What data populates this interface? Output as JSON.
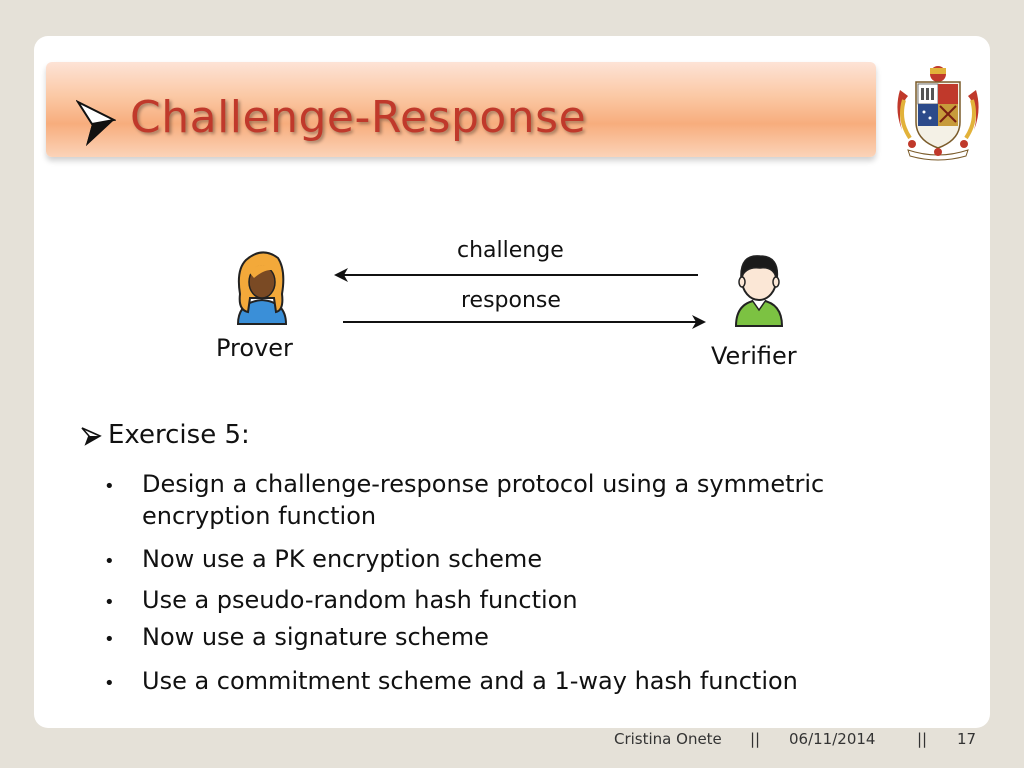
{
  "title": "Challenge-Response",
  "diagram": {
    "challenge_label": "challenge",
    "response_label": "response",
    "prover_label": "Prover",
    "verifier_label": "Verifier"
  },
  "exercise": {
    "heading": "Exercise 5:",
    "bullets": [
      "Design a challenge-response protocol using a symmetric encryption function",
      "Now use a PK encryption scheme",
      "Use a pseudo-random hash function",
      "Now use a signature scheme",
      "Use a commitment scheme and a 1-way hash function"
    ]
  },
  "footer": {
    "author": "Cristina Onete",
    "separator1": "||",
    "date": "06/11/2014",
    "separator2": "||",
    "page_number": "17"
  },
  "colors": {
    "title": "#c0392b",
    "prover_shirt": "#3a8fd8",
    "verifier_shirt": "#7cc242",
    "prover_hair": "#f3a93a"
  }
}
